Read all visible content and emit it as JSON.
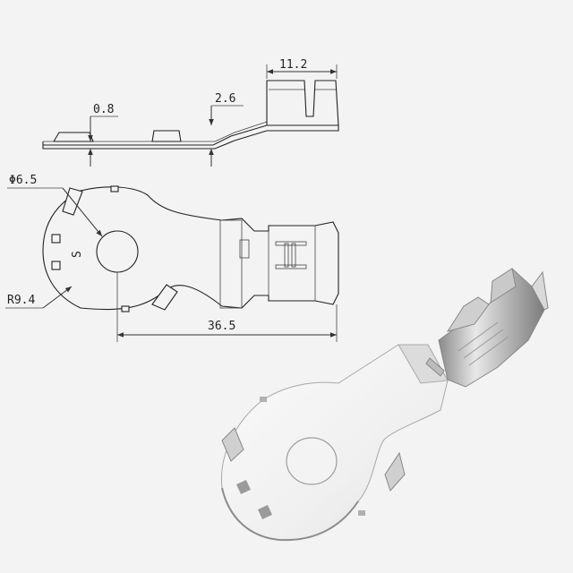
{
  "drawing": {
    "dimensions": {
      "tab_length": "11.2",
      "plate_thickness": "0.8",
      "offset_height": "2.6",
      "hole_diameter": "Φ6.5",
      "outer_radius": "R9.4",
      "overall_length": "36.5"
    },
    "marking": "S"
  },
  "colors": {
    "line": "#222222",
    "background": "#f3f3f3",
    "metal_light": "#f4f4f4",
    "metal_mid": "#d6d6d6",
    "metal_dark": "#9a9a9a"
  }
}
